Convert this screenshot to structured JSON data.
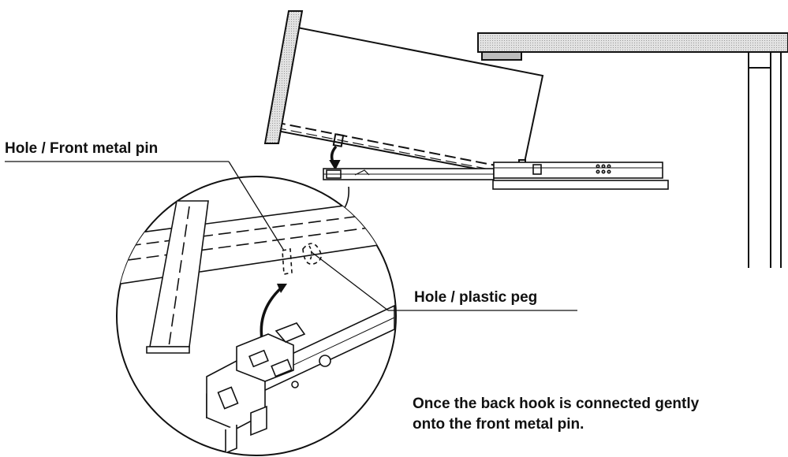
{
  "callouts": {
    "front_pin": "Hole / Front metal pin",
    "plastic_peg": "Hole / plastic peg"
  },
  "instruction": {
    "line1": "Once the back hook is connected gently",
    "line2": "onto the front metal pin."
  },
  "colors": {
    "ink": "#111111",
    "wood_shade": "#d4d4d4",
    "paper": "#ffffff"
  }
}
